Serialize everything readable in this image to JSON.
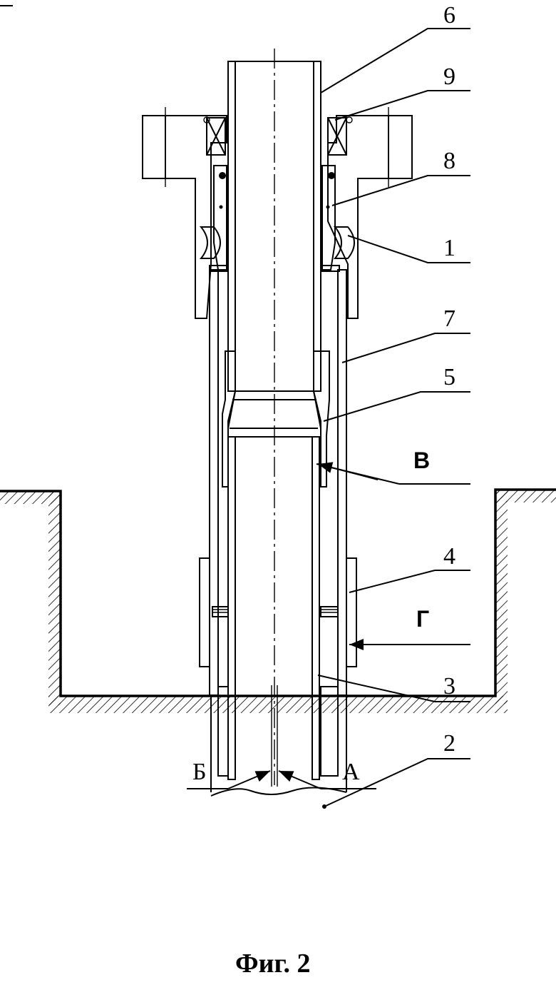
{
  "figure": {
    "caption": "Фиг. 2",
    "callouts": [
      {
        "id": "c6",
        "text": "6"
      },
      {
        "id": "c9",
        "text": "9"
      },
      {
        "id": "c8",
        "text": "8"
      },
      {
        "id": "c1",
        "text": "1"
      },
      {
        "id": "c7",
        "text": "7"
      },
      {
        "id": "c5",
        "text": "5"
      },
      {
        "id": "cB",
        "text": "В"
      },
      {
        "id": "c4",
        "text": "4"
      },
      {
        "id": "cG",
        "text": "Г"
      },
      {
        "id": "c3",
        "text": "3"
      },
      {
        "id": "c2",
        "text": "2"
      }
    ],
    "arrow_left": "Б",
    "arrow_right": "А"
  }
}
